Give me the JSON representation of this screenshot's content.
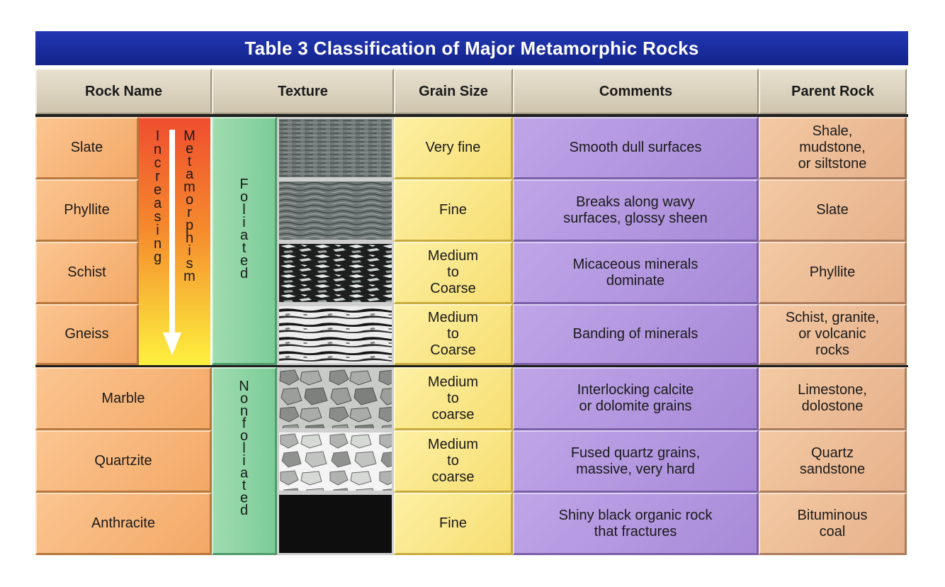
{
  "title": "Table 3  Classification of Major Metamorphic Rocks",
  "headers": {
    "rock_name": "Rock Name",
    "texture": "Texture",
    "grain_size": "Grain Size",
    "comments": "Comments",
    "parent_rock": "Parent Rock"
  },
  "metamorphism_arrow": {
    "left_word": "Increasing",
    "right_word": "Metamorphism"
  },
  "texture_groups": {
    "foliated": "Foliated",
    "nonfoliated": "Nonfoliated"
  },
  "rows": [
    {
      "rock": "Slate",
      "grain": "Very fine",
      "comment": "Smooth dull surfaces",
      "parent": "Shale,\nmudstone,\nor siltstone",
      "texture_icon": "fine-gray-texture"
    },
    {
      "rock": "Phyllite",
      "grain": "Fine",
      "comment": "Breaks along wavy\nsurfaces, glossy sheen",
      "parent": "Slate",
      "texture_icon": "wavy-gray-texture"
    },
    {
      "rock": "Schist",
      "grain": "Medium\nto\nCoarse",
      "comment": "Micaceous minerals\ndominate",
      "parent": "Phyllite",
      "texture_icon": "schist-texture"
    },
    {
      "rock": "Gneiss",
      "grain": "Medium\nto\nCoarse",
      "comment": "Banding of minerals",
      "parent": "Schist, granite,\nor volcanic\nrocks",
      "texture_icon": "banded-texture"
    },
    {
      "rock": "Marble",
      "grain": "Medium\nto\ncoarse",
      "comment": "Interlocking calcite\nor dolomite grains",
      "parent": "Limestone,\ndolostone",
      "texture_icon": "interlocking-grains-texture"
    },
    {
      "rock": "Quartzite",
      "grain": "Medium\nto\ncoarse",
      "comment": "Fused quartz grains,\nmassive, very hard",
      "parent": "Quartz\nsandstone",
      "texture_icon": "fused-grains-texture"
    },
    {
      "rock": "Anthracite",
      "grain": "Fine",
      "comment": "Shiny black organic rock\nthat fractures",
      "parent": "Bituminous\ncoal",
      "texture_icon": "black-texture"
    }
  ]
}
